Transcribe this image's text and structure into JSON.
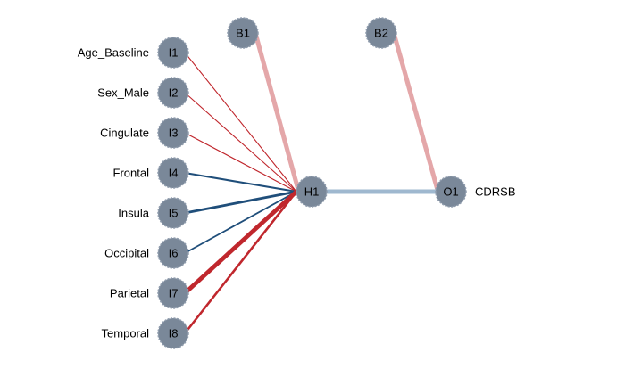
{
  "colors": {
    "node_fill": "#7a8899",
    "node_stroke": "#8f9cad",
    "positive": "#c0272d",
    "negative": "#1f4e7a",
    "bias_positive": "#e4a7a9",
    "hidden_to_output": "#9fb8cf"
  },
  "input_nodes": [
    {
      "id": "I1",
      "label": "Age_Baseline",
      "weight_sign": "positive",
      "weight_strength": 0.1
    },
    {
      "id": "I2",
      "label": "Sex_Male",
      "weight_sign": "positive",
      "weight_strength": 0.1
    },
    {
      "id": "I3",
      "label": "Cingulate",
      "weight_sign": "positive",
      "weight_strength": 0.12
    },
    {
      "id": "I4",
      "label": "Frontal",
      "weight_sign": "negative",
      "weight_strength": 0.3
    },
    {
      "id": "I5",
      "label": "Insula",
      "weight_sign": "negative",
      "weight_strength": 0.45
    },
    {
      "id": "I6",
      "label": "Occipital",
      "weight_sign": "negative",
      "weight_strength": 0.25
    },
    {
      "id": "I7",
      "label": "Parietal",
      "weight_sign": "positive",
      "weight_strength": 0.85
    },
    {
      "id": "I8",
      "label": "Temporal",
      "weight_sign": "positive",
      "weight_strength": 0.4
    }
  ],
  "hidden_nodes": [
    {
      "id": "H1"
    }
  ],
  "bias_nodes": [
    {
      "id": "B1",
      "target": "H1",
      "weight_sign": "positive",
      "weight_strength": 0.9
    },
    {
      "id": "B2",
      "target": "O1",
      "weight_sign": "positive",
      "weight_strength": 0.9
    }
  ],
  "output_nodes": [
    {
      "id": "O1",
      "label": "CDRSB"
    }
  ],
  "hidden_to_output": {
    "from": "H1",
    "to": "O1",
    "weight_sign": "negative",
    "weight_strength": 0.9
  }
}
